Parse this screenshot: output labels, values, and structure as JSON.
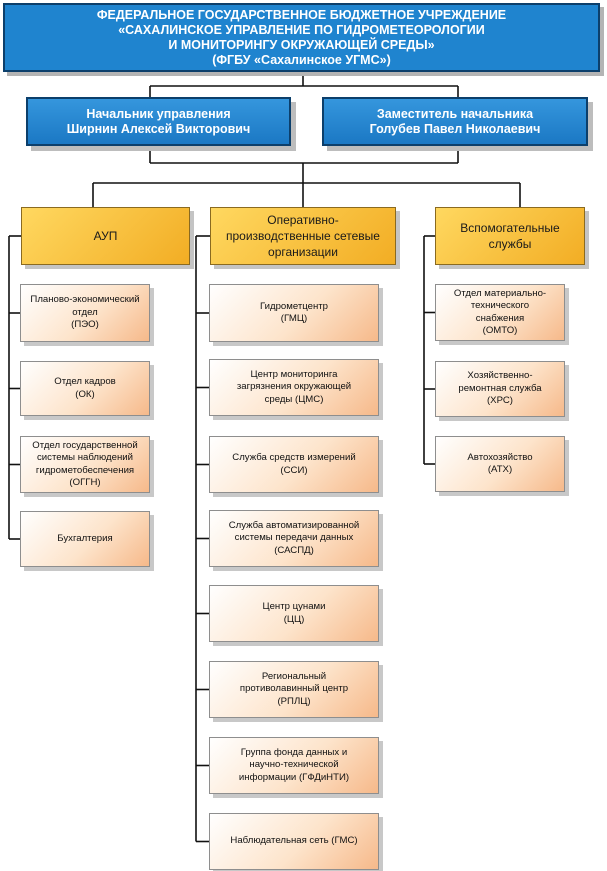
{
  "header": {
    "line1": "ФЕДЕРАЛЬНОЕ ГОСУДАРСТВЕННОЕ БЮДЖЕТНОЕ УЧРЕЖДЕНИЕ",
    "line2": "«САХАЛИНСКОЕ УПРАВЛЕНИЕ ПО ГИДРОМЕТЕОРОЛОГИИ",
    "line3": "И МОНИТОРИНГУ ОКРУЖАЮЩЕЙ СРЕДЫ»",
    "line4": "(ФГБУ «Сахалинское УГМС»)"
  },
  "management": {
    "head": {
      "title": "Начальник управления",
      "name": "Ширнин Алексей Викторович"
    },
    "deputy": {
      "title": "Заместитель начальника",
      "name": "Голубев Павел Николаевич"
    }
  },
  "departments": {
    "aup": {
      "title": [
        "АУП"
      ],
      "units": [
        {
          "lines": [
            "Планово-экономический",
            "отдел",
            "(ПЭО)"
          ]
        },
        {
          "lines": [
            "Отдел кадров",
            "(ОК)"
          ]
        },
        {
          "lines": [
            "Отдел государственной",
            "системы наблюдений",
            "гидрометобеспечения",
            "(ОГГН)"
          ]
        },
        {
          "lines": [
            "Бухгалтерия"
          ]
        }
      ]
    },
    "operative": {
      "title": [
        "Оперативно-",
        "производственные сетевые",
        "организации"
      ],
      "units": [
        {
          "lines": [
            "Гидрометцентр",
            "(ГМЦ)"
          ]
        },
        {
          "lines": [
            "Центр мониторинга",
            "загрязнения окружающей",
            "среды (ЦМС)"
          ]
        },
        {
          "lines": [
            "Служба средств измерений",
            "(ССИ)"
          ]
        },
        {
          "lines": [
            "Служба автоматизированной",
            "системы передачи данных",
            "(САСПД)"
          ]
        },
        {
          "lines": [
            "Центр цунами",
            "(ЦЦ)"
          ]
        },
        {
          "lines": [
            "Региональный",
            "противолавинный центр",
            "(РПЛЦ)"
          ]
        },
        {
          "lines": [
            "Группа фонда данных и",
            "научно-технической",
            "информации (ГФДиНТИ)"
          ]
        },
        {
          "lines": [
            "Наблюдательная сеть (ГМС)"
          ]
        }
      ]
    },
    "auxiliary": {
      "title": [
        "Вспомогательные",
        "службы"
      ],
      "units": [
        {
          "lines": [
            "Отдел материально-",
            "технического",
            "снабжения",
            "(ОМТО)"
          ]
        },
        {
          "lines": [
            "Хозяйственно-",
            "ремонтная служба",
            "(ХРС)"
          ]
        },
        {
          "lines": [
            "Автохозяйство",
            "(АТХ)"
          ]
        }
      ]
    }
  }
}
